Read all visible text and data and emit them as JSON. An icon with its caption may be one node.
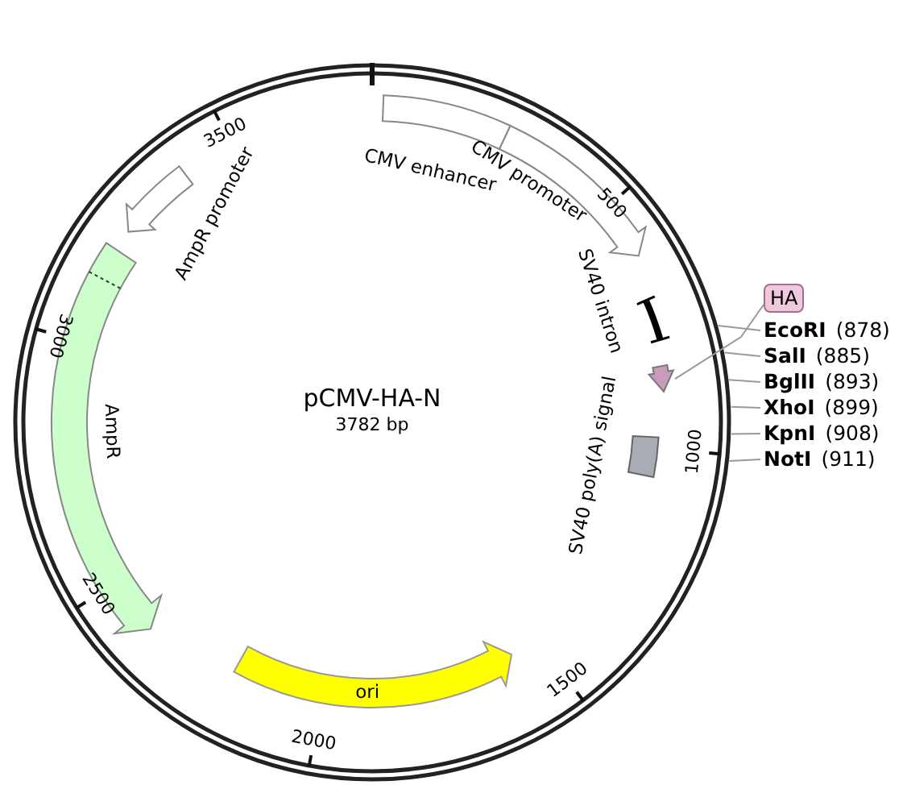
{
  "diagram": {
    "title": "pCMV-HA-N",
    "nodes": [
      {
        "text": [
          "CMV enhancer"
        ]
      },
      {
        "text": [
          "CMV promoter"
        ]
      },
      {
        "text": [
          "SV40 intron"
        ]
      },
      {
        "text": [
          "HA"
        ]
      },
      {
        "text": [],
        "shape": "arrow"
      },
      {
        "text": [
          "SV40 poly(A) signal"
        ]
      },
      {
        "text": [
          "ori"
        ]
      },
      {
        "text": [
          "AmpR"
        ]
      },
      {
        "text": [
          "AmpR promoter"
        ]
      },
      {
        "text": [
          "EcoRI",
          "(878)"
        ]
      },
      {
        "text": [
          "SalI",
          "(885)"
        ]
      },
      {
        "text": [
          "BglII",
          "(893)"
        ]
      },
      {
        "text": [
          "XhoI",
          "(899)"
        ]
      },
      {
        "text": [
          "KpnI",
          "(908)"
        ]
      },
      {
        "text": [
          "NotI",
          "(911)"
        ]
      }
    ],
    "edges": [
      {
        "from": 3,
        "to": 4,
        "arrow": "none"
      },
      {
        "from": 9,
        "to": null,
        "arrow": "none"
      },
      {
        "from": 10,
        "to": null,
        "arrow": "none"
      },
      {
        "from": 11,
        "to": null,
        "arrow": "none"
      },
      {
        "from": 12,
        "to": null,
        "arrow": "none"
      },
      {
        "from": 13,
        "to": null,
        "arrow": "none"
      },
      {
        "from": 14,
        "to": null,
        "arrow": "none"
      }
    ],
    "labels": [
      "3782 bp",
      "500",
      "1000",
      "1500",
      "2000",
      "2500",
      "3000",
      "3500"
    ]
  }
}
